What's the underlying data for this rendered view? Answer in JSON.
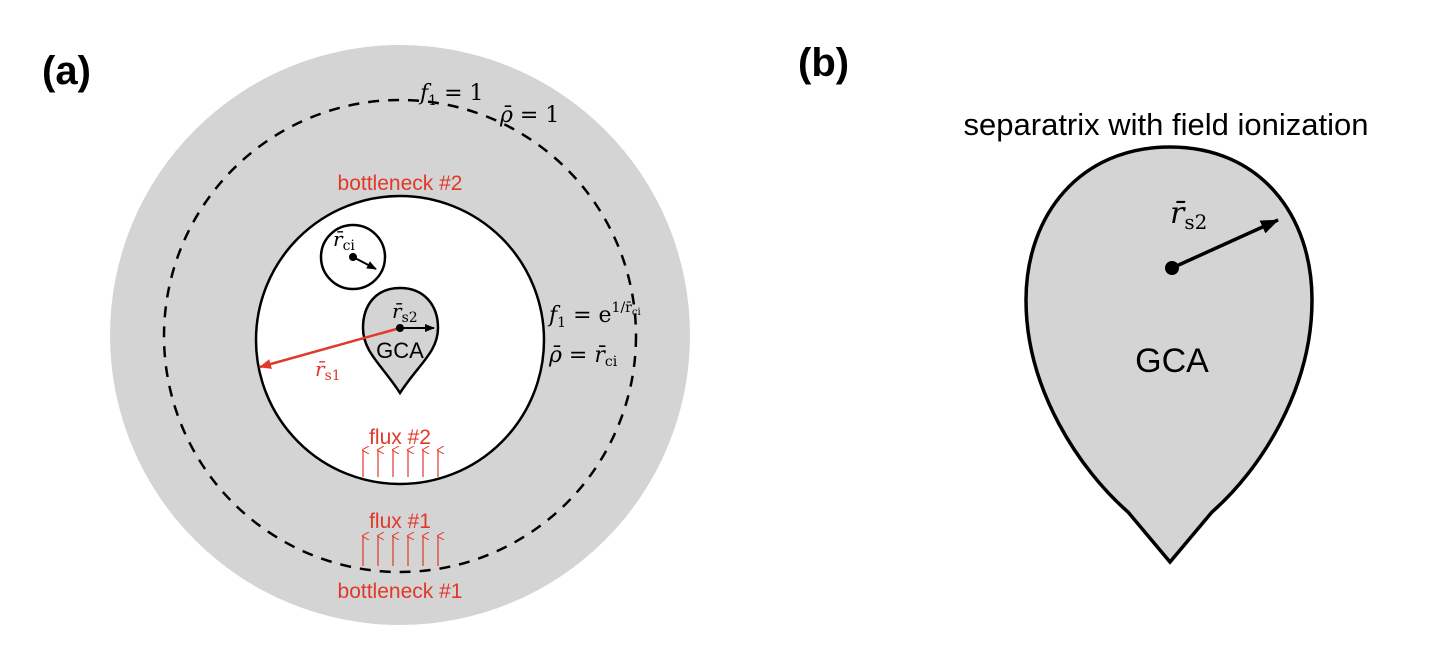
{
  "panel_a": {
    "label": "(a)",
    "outer_f1": {
      "lhs": "f",
      "sub": "1",
      "rhs": " = 1"
    },
    "outer_rho": {
      "lhs": "ρ̄",
      "rhs": " = 1"
    },
    "bottleneck2": "bottleneck #2",
    "bottleneck1": "bottleneck #1",
    "flux2": "flux #2",
    "flux1": "flux #1",
    "r_ci": {
      "sym": "r̄",
      "sub": "ci"
    },
    "r_s2": {
      "sym": "r̄",
      "sub": "s2"
    },
    "r_s1": {
      "sym": "r̄",
      "sub": "s1"
    },
    "gca": "GCA",
    "inner_f1": {
      "lhs": "f",
      "sub": "1",
      "eq": " = e",
      "sup": "1/r̄",
      "supsub": "ci"
    },
    "inner_rho": {
      "lhs": "ρ̄",
      "eq": " = ",
      "sym": "r̄",
      "sub": "ci"
    }
  },
  "panel_b": {
    "label": "(b)",
    "title": "separatrix with field ionization",
    "gca": "GCA",
    "r_s2": {
      "sym": "r̄",
      "sub": "s2"
    }
  },
  "colors": {
    "gray": "#d4d4d4",
    "red": "#e0392a",
    "black": "#000000"
  }
}
